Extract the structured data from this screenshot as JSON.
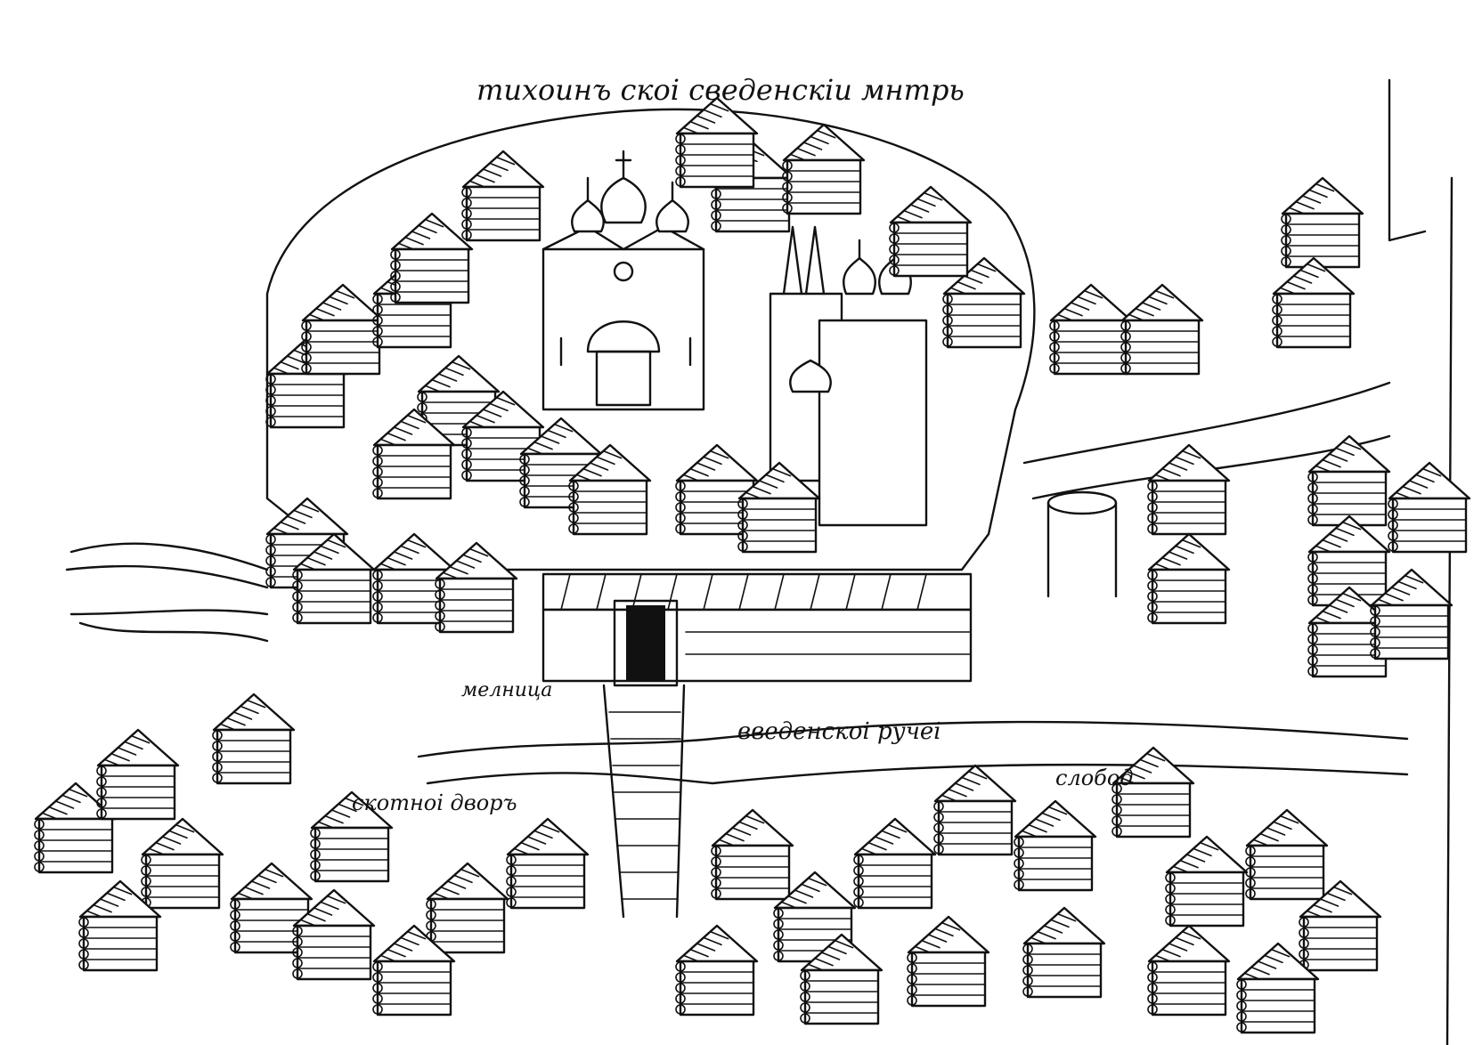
{
  "labels": {
    "monastery_title": "тихоинъ скоі сведенскіи мнтрь",
    "mill": "мелница",
    "brook": "введенскоі ручеі",
    "settlement": "слобод",
    "cattle_yard": "скотноі дворъ"
  },
  "colors": {
    "ink": "#111111",
    "paper": "#ffffff"
  },
  "icons": {
    "church": "onion-dome-church-icon",
    "house": "log-house-icon",
    "tower": "round-tower-icon",
    "gate": "gate-icon"
  }
}
